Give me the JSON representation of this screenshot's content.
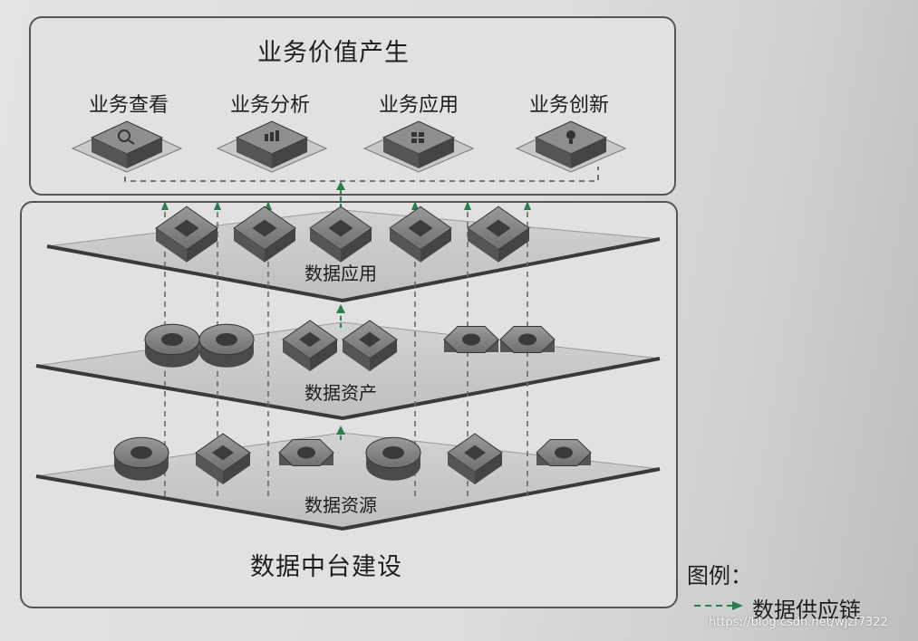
{
  "top_section": {
    "title": "业务价值产生",
    "items": [
      {
        "label": "业务查看",
        "icon": "magnifier-icon"
      },
      {
        "label": "业务分析",
        "icon": "bar-chart-icon"
      },
      {
        "label": "业务应用",
        "icon": "grid-icon"
      },
      {
        "label": "业务创新",
        "icon": "lightbulb-icon"
      }
    ]
  },
  "bottom_section": {
    "title": "数据中台建设",
    "layers": [
      {
        "label": "数据应用",
        "blocks": [
          "square",
          "square",
          "square",
          "square",
          "square"
        ]
      },
      {
        "label": "数据资产",
        "blocks": [
          "ring",
          "ring",
          "square",
          "square",
          "hexagon",
          "hexagon"
        ]
      },
      {
        "label": "数据资源",
        "blocks": [
          "ring",
          "square",
          "hexagon",
          "ring",
          "square",
          "hexagon"
        ]
      }
    ]
  },
  "legend": {
    "title": "图例：",
    "items": [
      {
        "label": "数据供应链",
        "line_style": "dashed-arrow",
        "color": "#2e7d4f"
      }
    ]
  },
  "watermark": "https://blog.csdn.net/wjzf7322",
  "colors": {
    "arrow": "#2e7d4f",
    "block": "#6b6b6b"
  }
}
